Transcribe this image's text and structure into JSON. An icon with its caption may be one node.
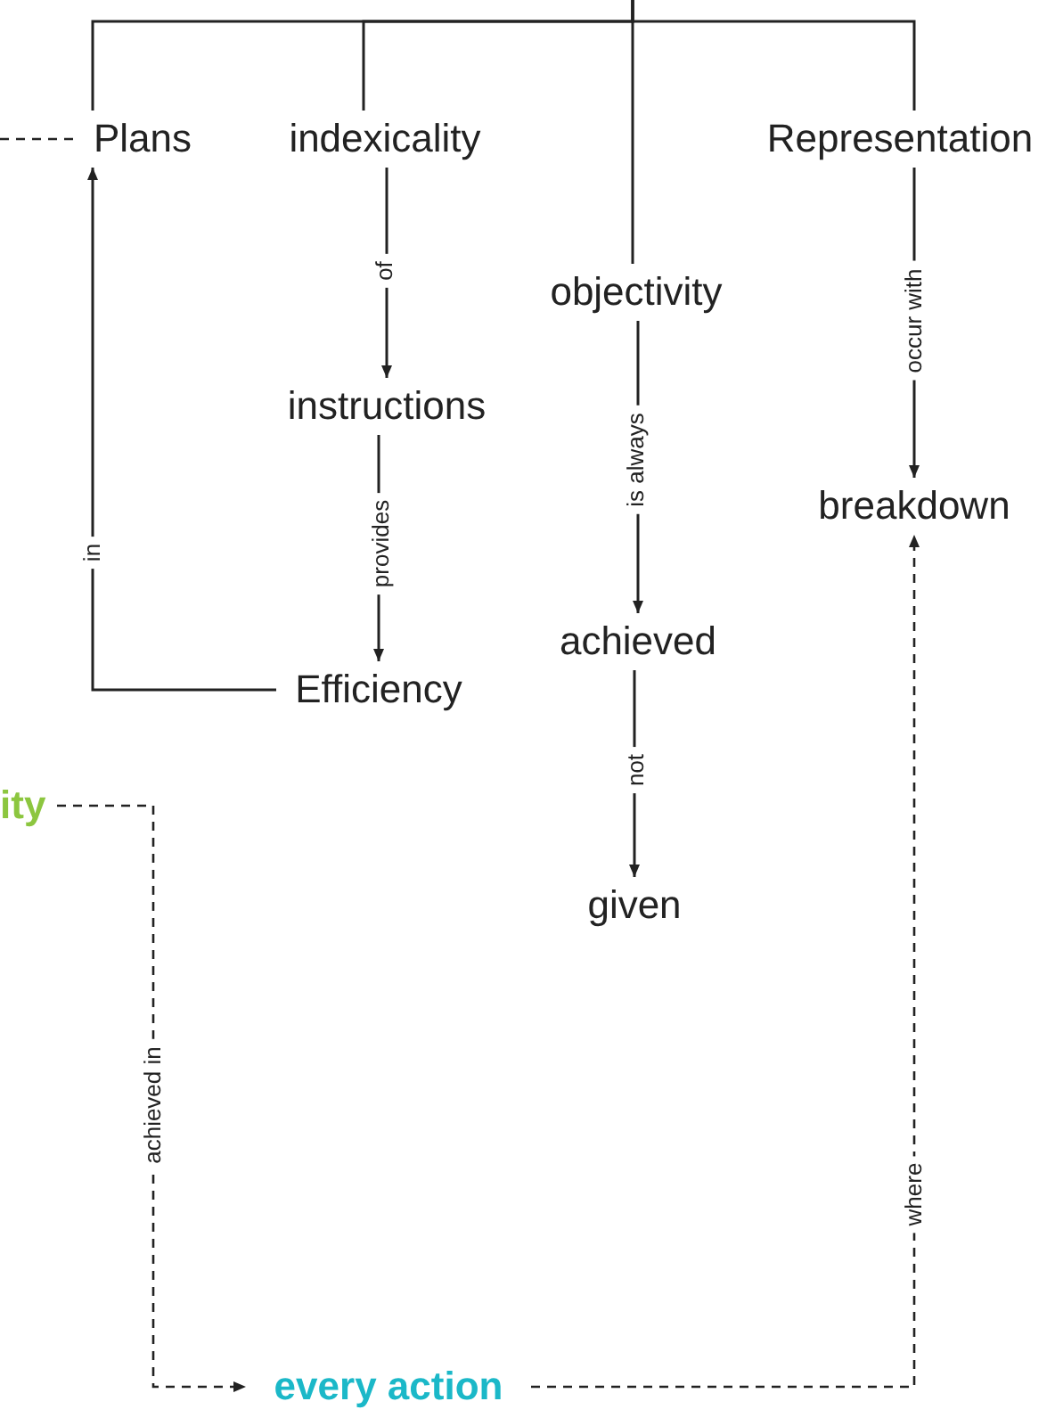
{
  "diagram": {
    "nodes": [
      {
        "text": [
          "Plans"
        ]
      },
      {
        "text": [
          "indexicality"
        ]
      },
      {
        "text": [
          "objectivity"
        ]
      },
      {
        "text": [
          "Representation"
        ]
      },
      {
        "text": [
          "instructions"
        ]
      },
      {
        "text": [
          "breakdown"
        ]
      },
      {
        "text": [
          "achieved"
        ]
      },
      {
        "text": [
          "Efficiency"
        ]
      },
      {
        "text": [
          "given"
        ]
      },
      {
        "text": [
          "ity"
        ]
      },
      {
        "text": [
          "every action"
        ]
      }
    ],
    "edges": [
      {
        "from": null,
        "to": 0,
        "arrow": "none"
      },
      {
        "from": null,
        "to": 1,
        "arrow": "none"
      },
      {
        "from": null,
        "to": 2,
        "arrow": "none"
      },
      {
        "from": null,
        "to": 3,
        "arrow": "none"
      },
      {
        "from": null,
        "to": 0,
        "arrow": "none",
        "style": "dashed"
      },
      {
        "from": 1,
        "to": 4,
        "arrow": "to",
        "label": "of"
      },
      {
        "from": 4,
        "to": 7,
        "arrow": "to",
        "label": "provides"
      },
      {
        "from": 7,
        "to": 0,
        "arrow": "to",
        "label": "in"
      },
      {
        "from": 2,
        "to": 6,
        "arrow": "to",
        "label": "is always"
      },
      {
        "from": 6,
        "to": 8,
        "arrow": "to",
        "label": "not"
      },
      {
        "from": 3,
        "to": 5,
        "arrow": "to",
        "label": "occur with"
      },
      {
        "from": 9,
        "to": 10,
        "arrow": "to",
        "label": "achieved in",
        "style": "dashed"
      },
      {
        "from": 10,
        "to": 5,
        "arrow": "to",
        "label": "where",
        "style": "dashed"
      }
    ]
  }
}
